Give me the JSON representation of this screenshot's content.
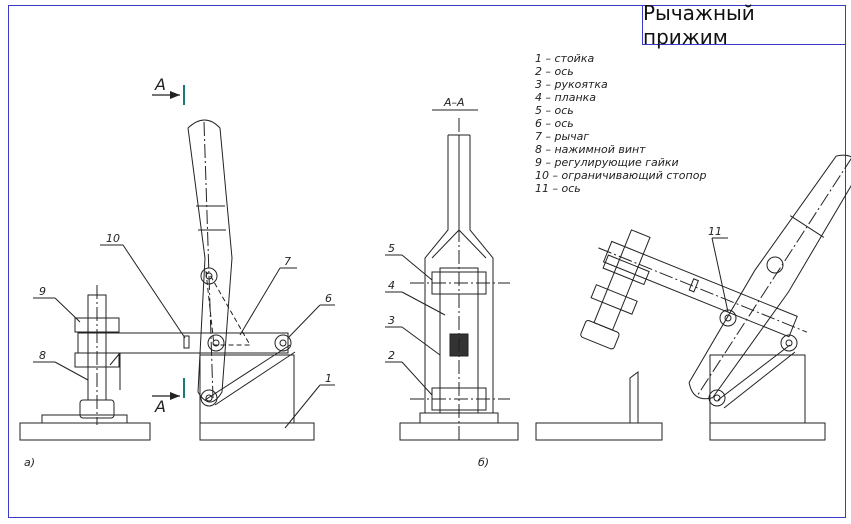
{
  "title": "Рычажный прижим",
  "legend": [
    "1 – стойка",
    "2 – ось",
    "3 – рукоятка",
    "4 – планка",
    "5 – ось",
    "6 – ось",
    "7 – рычаг",
    "8 – нажимной винт",
    "9 – регулирующие гайки",
    "10 – ограничивающий стопор",
    "11 – ось"
  ],
  "section": {
    "label": "А–А",
    "arrow_top": "А",
    "arrow_bottom": "А"
  },
  "view_labels": {
    "a": "а)",
    "b": "б)"
  },
  "callouts": {
    "left": [
      "10",
      "7",
      "9",
      "6",
      "8",
      "1"
    ],
    "section": [
      "5",
      "4",
      "3",
      "2"
    ],
    "right": [
      "11"
    ]
  },
  "colors": {
    "frame": "#3a3ac8",
    "line": "#222222",
    "cut_marker": "#1a7a7a"
  }
}
